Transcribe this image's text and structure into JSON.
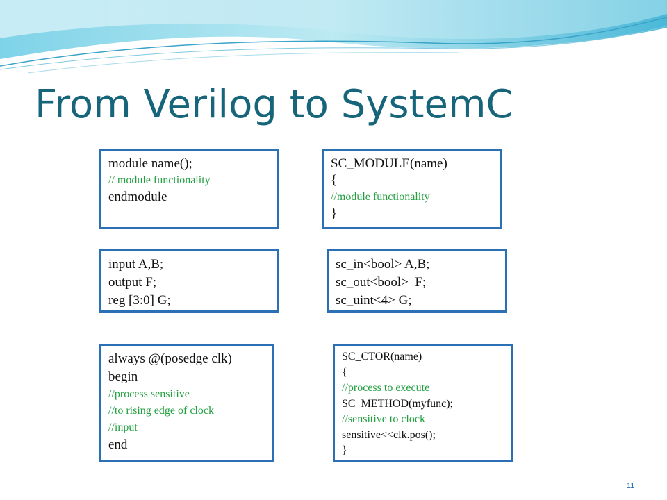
{
  "slide": {
    "title": "From Verilog to SystemC",
    "page_number": "11"
  },
  "boxes": {
    "module_verilog": [
      "module name();",
      "// module functionality",
      "endmodule"
    ],
    "module_systemc": [
      "SC_MODULE(name)",
      "{",
      "//module functionality",
      "}"
    ],
    "ports_verilog": [
      "input A,B;",
      "output F;",
      "reg [3:0] G;"
    ],
    "ports_systemc": [
      "sc_in<bool> A,B;",
      "sc_out<bool>  F;",
      "sc_uint<4> G;"
    ],
    "process_verilog": [
      "always @(posedge clk)",
      "begin",
      "//process sensitive",
      "//to rising edge of clock",
      "//input",
      "end"
    ],
    "process_systemc": [
      "SC_CTOR(name)",
      "{",
      "//process to execute",
      "SC_METHOD(myfunc);",
      "//sensitive to clock",
      "sensitive<<clk.pos();",
      "}"
    ]
  },
  "colors": {
    "title": "#17657b",
    "box_border": "#2b6fb4",
    "comment": "#22a040"
  }
}
